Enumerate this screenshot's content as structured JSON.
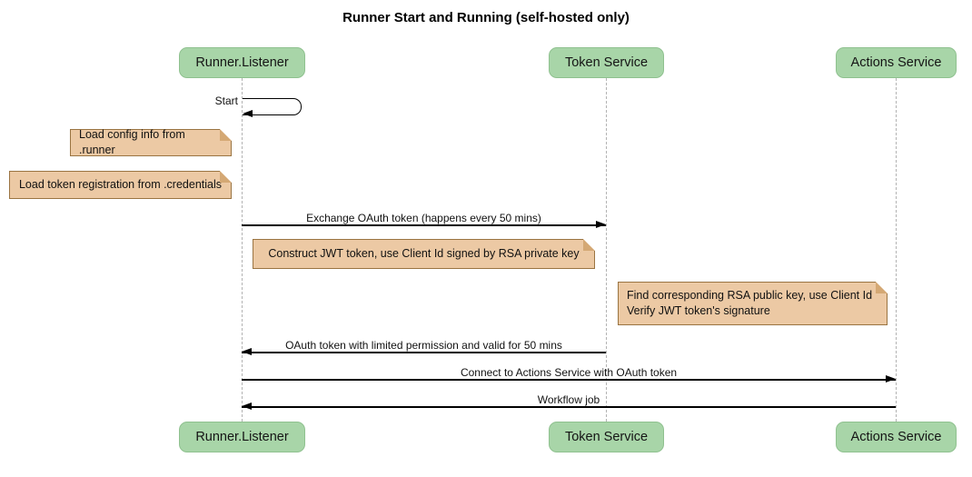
{
  "diagram": {
    "title": "Runner Start and Running (self-hosted only)",
    "participants": [
      {
        "name": "Runner.Listener"
      },
      {
        "name": "Token Service"
      },
      {
        "name": "Actions Service"
      }
    ],
    "messages": [
      {
        "label": "Start",
        "from": "Runner.Listener",
        "to": "Runner.Listener",
        "type": "self"
      },
      {
        "label": "Exchange OAuth token (happens every 50 mins)",
        "from": "Runner.Listener",
        "to": "Token Service",
        "type": "arrow"
      },
      {
        "label": "OAuth token with limited permission and valid for 50 mins",
        "from": "Token Service",
        "to": "Runner.Listener",
        "type": "arrow"
      },
      {
        "label": "Connect to Actions Service with OAuth token",
        "from": "Runner.Listener",
        "to": "Actions Service",
        "type": "arrow"
      },
      {
        "label": "Workflow job",
        "from": "Actions Service",
        "to": "Runner.Listener",
        "type": "arrow"
      }
    ],
    "notes": [
      {
        "text": "Load config info from .runner"
      },
      {
        "text": "Load token registration from .credentials"
      },
      {
        "text": "Construct JWT token, use Client Id signed by RSA private key"
      },
      {
        "text": "Find corresponding RSA public key, use Client Id\nVerify JWT token's signature"
      }
    ],
    "colors": {
      "participant_fill": "#a8d5a8",
      "participant_border": "#8fc18f",
      "note_fill": "#ecc9a4",
      "note_border": "#9a7442",
      "message_line": "#000000",
      "lifeline": "#b3b3b3",
      "text": "#111111",
      "background": "#ffffff"
    }
  }
}
